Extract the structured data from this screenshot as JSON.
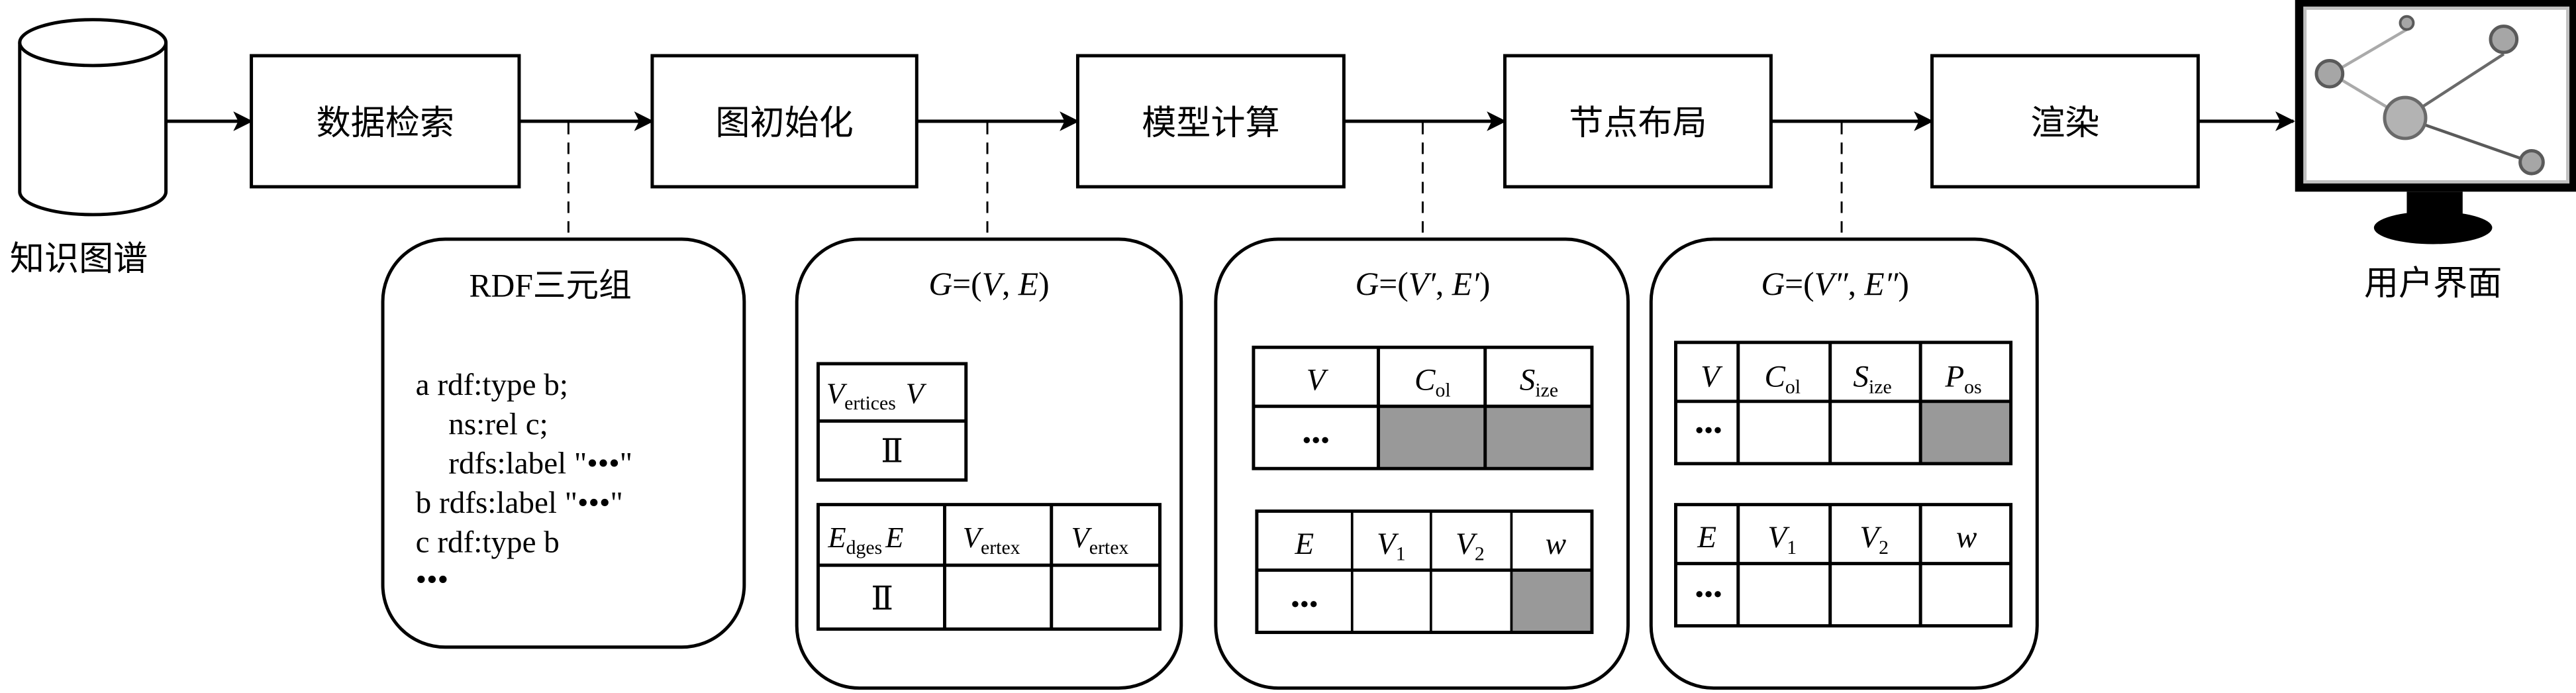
{
  "source": {
    "label": "知识图谱",
    "icon": "database-cylinder-icon"
  },
  "pipeline": [
    {
      "id": "retrieval",
      "label": "数据检索"
    },
    {
      "id": "init",
      "label": "图初始化"
    },
    {
      "id": "model",
      "label": "模型计算"
    },
    {
      "id": "layout",
      "label": "节点布局"
    },
    {
      "id": "render",
      "label": "渲染"
    }
  ],
  "output": {
    "label": "用户界面",
    "icon": "monitor-graph-icon"
  },
  "annotations": {
    "rdf": {
      "title": "RDF三元组",
      "lines": [
        "a rdf:type b;",
        "ns:rel c;",
        "rdfs:label \"•••\"",
        "b rdfs:label \"•••\"",
        "c rdf:type b",
        "•••"
      ]
    },
    "graph_init": {
      "title": {
        "G": "G",
        "eq": "=(",
        "V": "V",
        "comma": ", ",
        "E": "E",
        "close": ")"
      },
      "vertices_table": {
        "header": {
          "main": "V",
          "sub": "ertices",
          "symbol": "V"
        },
        "row": "Ⅱ"
      },
      "edges_table": {
        "headers": [
          {
            "main": "E",
            "sub": "dges",
            "symbol": "E"
          },
          {
            "main": "V",
            "sub": "ertex",
            "symbol": ""
          },
          {
            "main": "V",
            "sub": "ertex",
            "symbol": ""
          }
        ],
        "row": [
          "Ⅱ",
          "",
          ""
        ]
      }
    },
    "graph_model": {
      "title": {
        "G": "G",
        "eq": "=(",
        "V": "V′",
        "comma": ", ",
        "E": "E′",
        "close": ")"
      },
      "vertices_table": {
        "headers": [
          {
            "main": "V",
            "sub": ""
          },
          {
            "main": "C",
            "sub": "ol"
          },
          {
            "main": "S",
            "sub": "ize"
          }
        ],
        "row": [
          "•••",
          "",
          ""
        ],
        "highlighted": [
          false,
          true,
          true
        ]
      },
      "edges_table": {
        "headers": [
          {
            "main": "E",
            "sub": ""
          },
          {
            "main": "V",
            "sub": "1"
          },
          {
            "main": "V",
            "sub": "2"
          },
          {
            "main": "w",
            "sub": ""
          }
        ],
        "row": [
          "•••",
          "",
          "",
          ""
        ],
        "highlighted": [
          false,
          false,
          false,
          true
        ]
      }
    },
    "graph_layout": {
      "title": {
        "G": "G",
        "eq": "=(",
        "V": "V″",
        "comma": ", ",
        "E": "E″",
        "close": ")"
      },
      "vertices_table": {
        "headers": [
          {
            "main": "V",
            "sub": ""
          },
          {
            "main": "C",
            "sub": "ol"
          },
          {
            "main": "S",
            "sub": "ize"
          },
          {
            "main": "P",
            "sub": "os"
          }
        ],
        "row": [
          "•••",
          "",
          "",
          ""
        ],
        "highlighted": [
          false,
          false,
          false,
          true
        ]
      },
      "edges_table": {
        "headers": [
          {
            "main": "E",
            "sub": ""
          },
          {
            "main": "V",
            "sub": "1"
          },
          {
            "main": "V",
            "sub": "2"
          },
          {
            "main": "w",
            "sub": ""
          }
        ],
        "row": [
          "•••",
          "",
          "",
          ""
        ],
        "highlighted": [
          false,
          false,
          false,
          false
        ]
      }
    }
  },
  "colors": {
    "line": "#000000",
    "highlight_cell": "#999999",
    "node_fill": "#a6a6a6",
    "node_stroke": "#5a5a5a",
    "edge_light": "#aaaaaa",
    "edge_dark": "#6a6a6a",
    "screen_border": "#c0c0c0"
  }
}
